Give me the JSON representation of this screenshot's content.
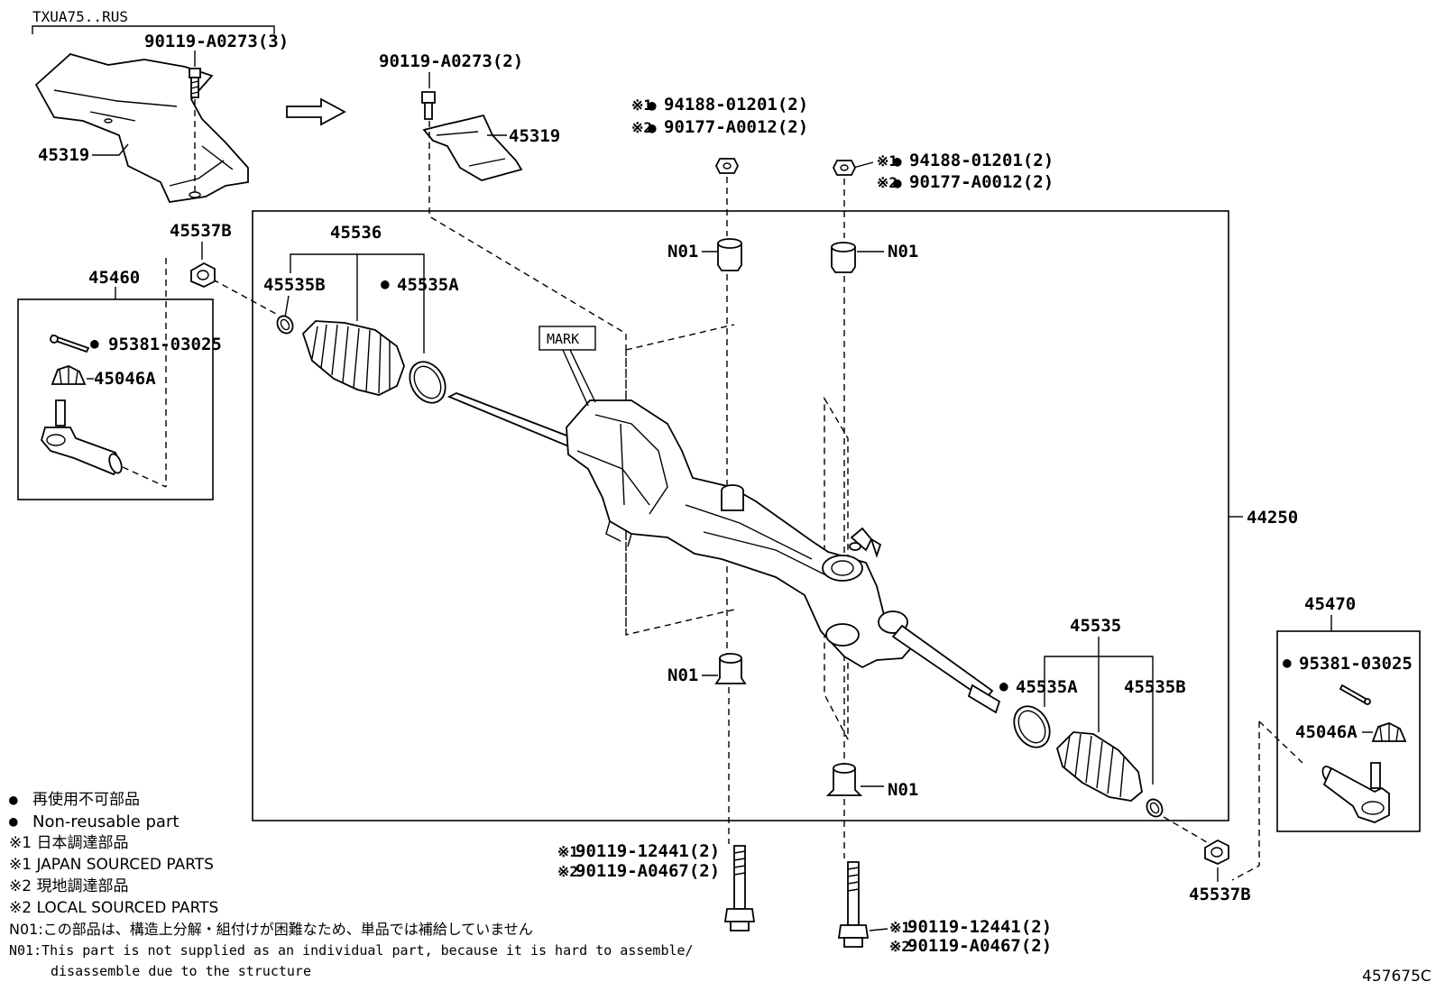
{
  "model_code": "TXUA75..RUS",
  "figure_id": "457675C",
  "parts": {
    "cover_bolt_a": "90119-A0273(3)",
    "cover_bolt_b": "90119-A0273(2)",
    "cover_left": "45319",
    "cover_right": "45319",
    "nut_center_1": "94188-01201(2)",
    "nut_center_2": "90177-A0012(2)",
    "nut_right_1": "94188-01201(2)",
    "nut_right_2": "90177-A0012(2)",
    "bolt_lower_center_1": "90119-12441(2)",
    "bolt_lower_center_2": "90119-A0467(2)",
    "bolt_lower_right_1": "90119-12441(2)",
    "bolt_lower_right_2": "90119-A0467(2)",
    "tie_rod_end_left": "45460",
    "tie_rod_end_right": "45470",
    "pin_left": "95381-03025",
    "pin_right": "95381-03025",
    "castle_nut_left": "45046A",
    "castle_nut_right": "45046A",
    "lock_nut_left": "45537B",
    "lock_nut_right": "45537B",
    "boot_set_left": "45536",
    "boot_set_right": "45535",
    "clamp_left_b": "45535B",
    "clamp_left_a": "45535A",
    "clamp_right_a": "45535A",
    "clamp_right_b": "45535B",
    "rack_assembly": "44250",
    "mark": "MARK",
    "n01_a": "N01",
    "n01_b": "N01",
    "n01_c": "N01",
    "n01_d": "N01"
  },
  "marks": {
    "ref1": "※1",
    "ref2": "※2",
    "dot": "●"
  },
  "legend": {
    "dot_ja": "再使用不可部品",
    "dot_en": "Non-reusable part",
    "ref1_ja": "※1 日本調達部品",
    "ref1_en": "※1 JAPAN SOURCED PARTS",
    "ref2_ja": "※2 現地調達部品",
    "ref2_en": "※2 LOCAL SOURCED PARTS",
    "n01_ja": "N01:この部品は、構造上分解・組付けが困難なため、単品では補給していません",
    "n01_en_1": "N01:This part is not supplied as an individual part, because it is hard to assemble/",
    "n01_en_2": "disassemble due to the structure"
  }
}
